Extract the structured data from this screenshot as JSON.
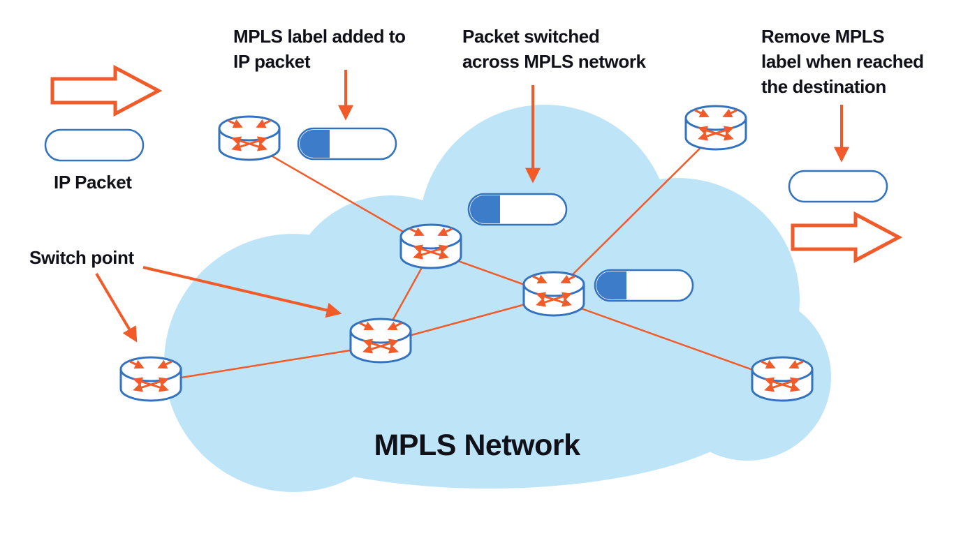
{
  "title": "MPLS Network",
  "labels": {
    "ip_packet": "IP Packet",
    "switch_point": "Switch point",
    "mpls_added_line1": "MPLS label added to",
    "mpls_added_line2": "IP packet",
    "switched_line1": "Packet switched",
    "switched_line2": "across MPLS network",
    "remove_line1": "Remove MPLS",
    "remove_line2": "label when reached",
    "remove_line3": "the destination"
  },
  "colors": {
    "orange": "#F15B2A",
    "cloud_blue": "#BEE4F7",
    "packet_blue": "#3D7CC9",
    "outline_blue": "#3272BE",
    "text_dark": "#101018"
  }
}
